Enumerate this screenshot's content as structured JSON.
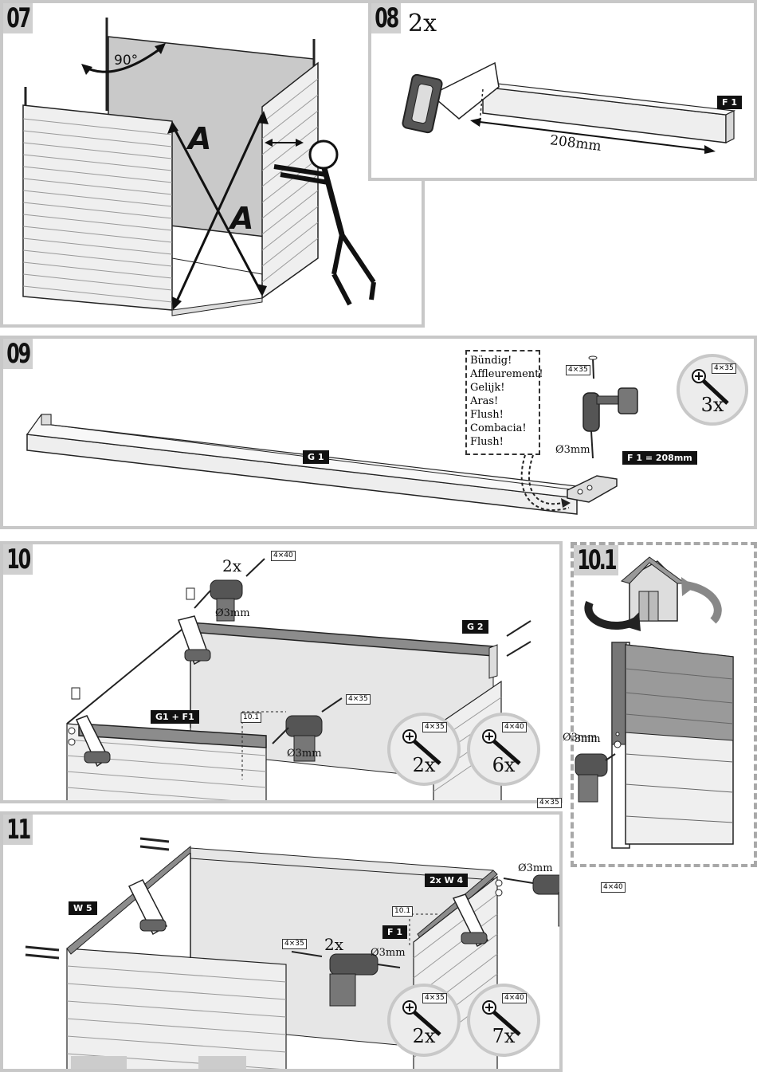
{
  "colors": {
    "border": "#c8c8c8",
    "step_bg": "#d0d0d0",
    "panel_grey": "#c9c9c9",
    "label_bg": "#111111"
  },
  "steps": {
    "s07": {
      "number": "07",
      "angle": "90°",
      "letter_a": "A",
      "letter_b": "A"
    },
    "s08": {
      "number": "08",
      "quantity": "2x",
      "part": "F 1",
      "length": "208mm"
    },
    "s09": {
      "number": "09",
      "part": "G 1",
      "part_note": "F 1 = 208mm",
      "screw": "4×35",
      "drill": "Ø3mm",
      "circle_screw": "4×35",
      "circle_qty": "3x",
      "flush_lines": [
        "Bündig!",
        "Affleurement!",
        "Gelijk!",
        "Aras!",
        "Flush!",
        "Combacia!",
        "Flush!"
      ]
    },
    "s10": {
      "number": "10",
      "quantity": "2x",
      "screw_top": "4×40",
      "drill_top": "Ø3mm",
      "part_g2": "G 2",
      "part_g1f1": "G1 + F1",
      "ref": "10.1",
      "screw_mid": "4×35",
      "drill_mid": "Ø3mm",
      "circle1_screw": "4×35",
      "circle1_qty": "2x",
      "circle2_screw": "4×40",
      "circle2_qty": "6x"
    },
    "s101": {
      "number": "10.1",
      "drill": "Ø3mm",
      "screw": "4×35"
    },
    "s11": {
      "number": "11",
      "part_w5": "W 5",
      "part_w4": "2x W 4",
      "drill_right": "Ø3mm",
      "screw_right": "4×40",
      "ref": "10.1",
      "part_f1": "F 1",
      "screw_mid": "4×35",
      "quantity": "2x",
      "drill_mid": "Ø3mm",
      "circle1_screw": "4×35",
      "circle1_qty": "2x",
      "circle2_screw": "4×40",
      "circle2_qty": "7x"
    }
  }
}
